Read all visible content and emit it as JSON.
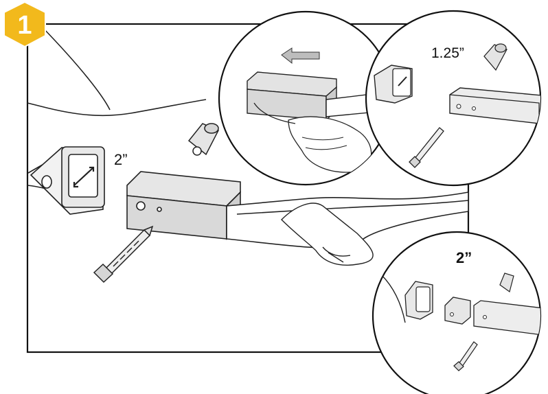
{
  "step": {
    "number": "1",
    "badge_color": "#F2B91C"
  },
  "labels": {
    "main_size": "2”",
    "inset_top_right_size": "1.25”",
    "inset_bottom_right_size": "2”"
  }
}
